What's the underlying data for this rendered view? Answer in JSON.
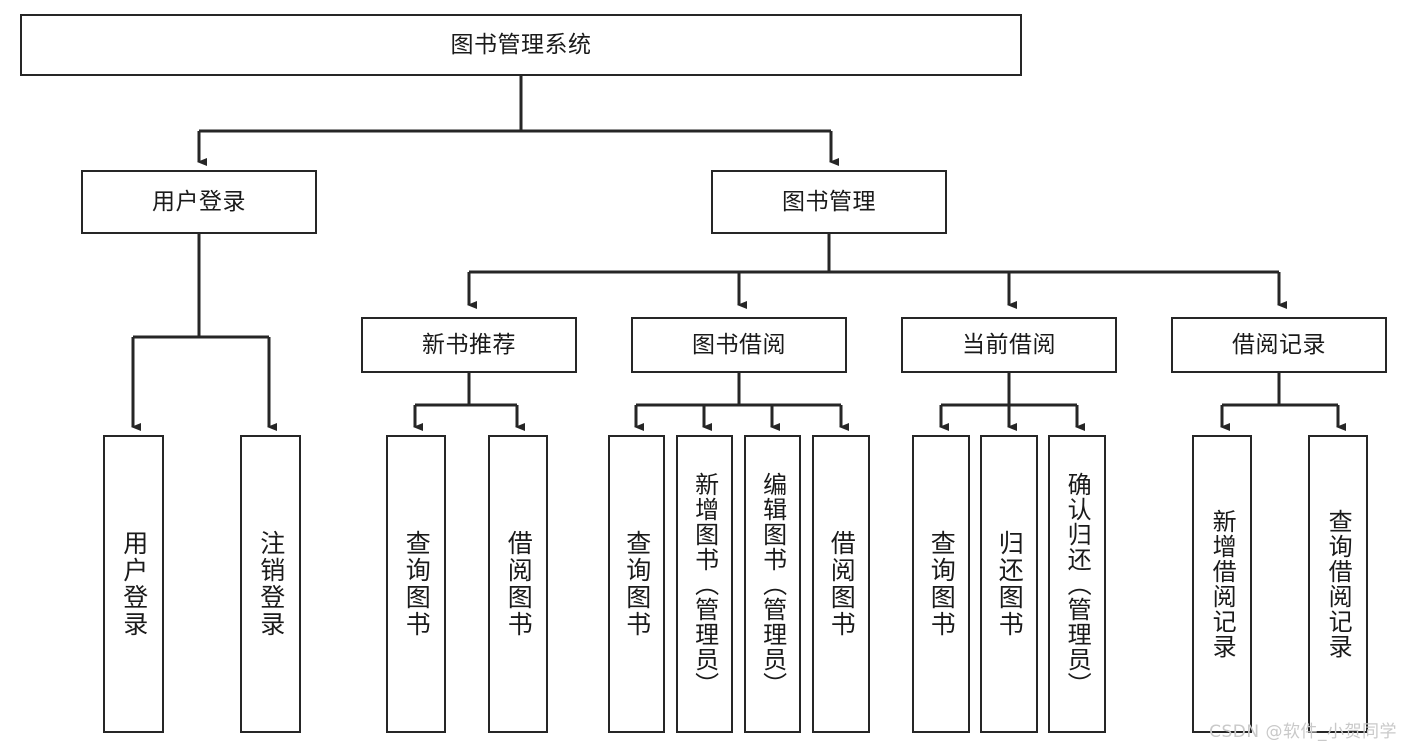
{
  "diagram": {
    "title": "图书管理系统",
    "type": "tree-hierarchy-chart",
    "line_color": "#262626",
    "box_fill": "#ffffff",
    "text_color": "#1a1a1a"
  },
  "watermark": {
    "text": "CSDN @软件_小贺同学",
    "color": "#c9c9c9"
  },
  "nodes": {
    "root": {
      "label": "图书管理系统"
    },
    "level1": [
      {
        "label": "用户登录"
      },
      {
        "label": "图书管理"
      }
    ],
    "level2": [
      {
        "label": "新书推荐"
      },
      {
        "label": "图书借阅"
      },
      {
        "label": "当前借阅"
      },
      {
        "label": "借阅记录"
      }
    ],
    "leaves": {
      "user_login": [
        {
          "label": "用户登录"
        },
        {
          "label": "注销登录"
        }
      ],
      "new_book": [
        {
          "label": "查询图书"
        },
        {
          "label": "借阅图书"
        }
      ],
      "book_borrow": [
        {
          "label": "查询图书"
        },
        {
          "label": "新增图书（管理员）"
        },
        {
          "label": "编辑图书（管理员）"
        },
        {
          "label": "借阅图书"
        }
      ],
      "current_borrow": [
        {
          "label": "查询图书"
        },
        {
          "label": "归还图书"
        },
        {
          "label": "确认归还（管理员）"
        }
      ],
      "borrow_record": [
        {
          "label": "新增借阅记录"
        },
        {
          "label": "查询借阅记录"
        }
      ]
    }
  }
}
